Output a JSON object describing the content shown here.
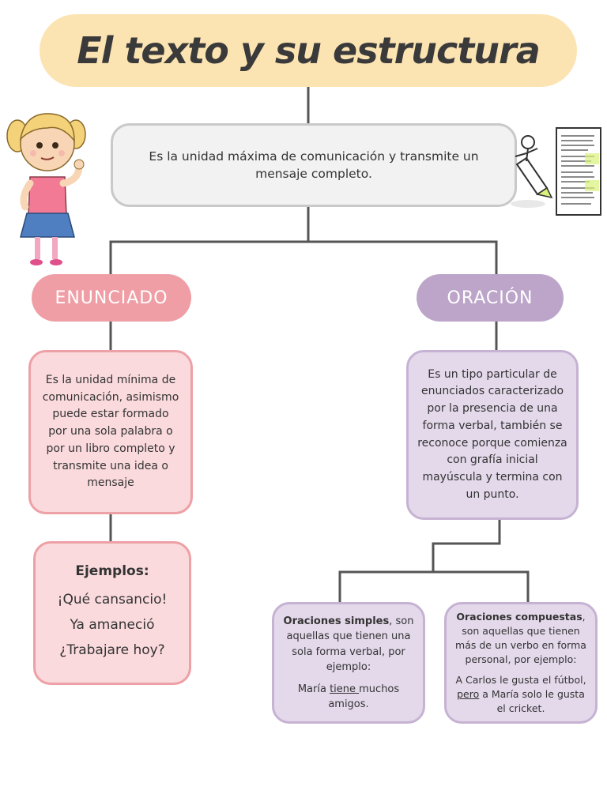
{
  "title": "El texto y su estructura",
  "definition": "Es la unidad máxima de comunicación y transmite un mensaje completo.",
  "enunciado": {
    "label": "ENUNCIADO",
    "description": "Es la unidad mínima de comunicación, asimismo puede estar formado por una sola palabra o por un libro completo y transmite una idea o mensaje",
    "examples_heading": "Ejemplos:",
    "examples": [
      "¡Qué cansancio!",
      "Ya amaneció",
      "¿Trabajare hoy?"
    ]
  },
  "oracion": {
    "label": "ORACIÓN",
    "description": "Es un tipo particular de enunciados caracterizado por la presencia de una forma verbal, también se reconoce porque comienza con grafía inicial mayúscula y termina con un punto."
  },
  "simples": {
    "term": "Oraciones simples",
    "definition": ", son aquellas que tienen una sola forma verbal, por ejemplo:",
    "example_before": "María ",
    "example_verb": "tiene ",
    "example_after": "muchos amigos."
  },
  "compuestas": {
    "term": "Oraciones compuestas",
    "definition": ", son aquellas que tienen más de un verbo en forma personal, por ejemplo:",
    "example_part1": "A Carlos le gusta el fútbol, ",
    "example_conj": "pero",
    "example_part2": " a María solo le gusta el cricket."
  },
  "colors": {
    "title_banner": "#fce3b2",
    "enunciado": "#ef9ea5",
    "oracion": "#bca5c9",
    "connector": "#555555"
  },
  "icons": [
    "girl-thinking-illustration",
    "pen-document-illustration"
  ]
}
